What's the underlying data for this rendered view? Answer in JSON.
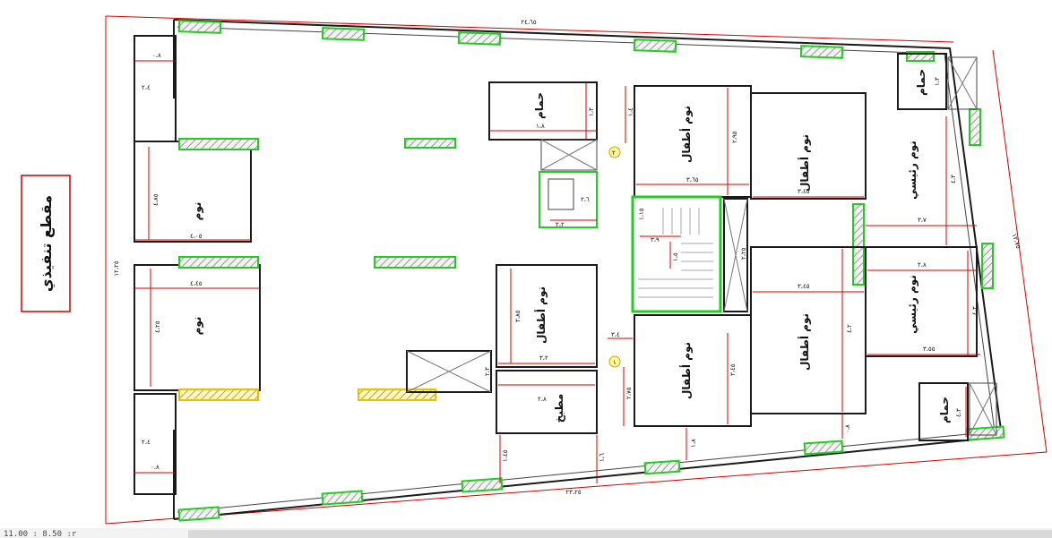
{
  "title": "مقطع تنفيذي",
  "colors": {
    "wall": "#1a1a1a",
    "dimension": "#d40000",
    "window": "#22cc22",
    "window_yellow": "#e8c000",
    "title_border": "#cc0000"
  },
  "rooms": {
    "bath_center": "حمام",
    "bath_top_right": "حمام",
    "bath_bottom_right": "حمام",
    "bedroom_left_upper": "نوم",
    "bedroom_left_lower": "نوم",
    "kids_center_top": "نوم أطفال",
    "kids_right_top": "نوم أطفال",
    "master_top": "نوم رئيسي",
    "kids_center_mid": "نوم أطفال",
    "kids_center_bottom": "نوم أطفال",
    "kids_right_mid": "نوم أطفال",
    "master_bottom": "نوم رئيسي",
    "kitchen": "مطبخ"
  },
  "dimensions": {
    "top_overall": "٢٤،٦٥",
    "bottom_overall": "٢٣،٢٥",
    "left_overall": "١٢،٢٥",
    "right_overall": "١٢،٧٥",
    "d1": "٠،٨",
    "d2": "٢،٤",
    "d3": "٤،٨٥",
    "d4": "٤،٠٥",
    "d5": "٤،٤٥",
    "d6": "٤،٢٥",
    "d7": "٠،٨",
    "d8": "٢،٤",
    "d9": "١،٨",
    "d10": "٢،٦",
    "d11": "٢،٩٥",
    "d12": "٣،٦٥",
    "d13": "٣،٤٥",
    "d14": "٤،٣",
    "d15": "٣،٧",
    "d16": "٣،٩",
    "d17": "١،٣",
    "d18": "٢،٢",
    "d19": "٢،٨",
    "d20": "٣،٨٥",
    "d21": "٣،٤٥",
    "d22": "٣،٢",
    "d23": "١،٥",
    "d24": "٢،٧٥",
    "d25": "٣،٤",
    "d26": "٠،٨",
    "d27": "٤،٢",
    "d28": "١،٤",
    "d29": "٣،٤٥",
    "d30": "٢،٣",
    "d31": "١،٤٥",
    "d32": "١،٦",
    "d33": "١،١٥",
    "d34": "٢،٢٥",
    "d35": "١،٨",
    "d36": "٢،٨",
    "d37": "٣،٥٥",
    "d38": "١،٣",
    "d39": "٤،٣",
    "d40": "٤،٣"
  },
  "markers": {
    "m1": "٢",
    "m2": "١"
  },
  "status_bar": "11.00 : 8.50 :r"
}
